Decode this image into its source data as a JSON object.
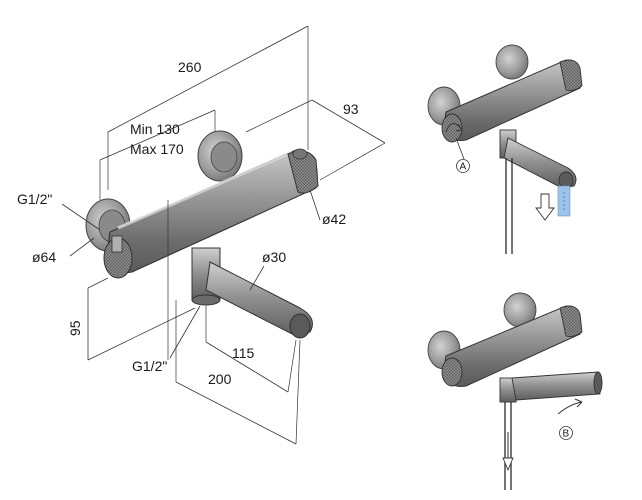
{
  "dimensions": {
    "total_length": "260",
    "depth": "93",
    "min_centers": "Min 130",
    "max_centers": "Max 170",
    "inlet_thread_top": "G1/2\"",
    "flange_diameter": "ø64",
    "body_diameter": "ø42",
    "spout_diameter": "ø30",
    "height": "95",
    "inlet_thread_bottom": "G1/2\"",
    "spout_length": "115",
    "spout_reach": "200"
  },
  "callouts": {
    "a": "A",
    "b": "B"
  },
  "colors": {
    "metal_light": "#b8b8b8",
    "metal_mid": "#8e8e8e",
    "metal_dark": "#5a5a5a",
    "water_indicator": "#9ec3ea",
    "line": "#2b2b2b"
  },
  "icons": {
    "direction_arrow": "down-arrow-icon",
    "rotate_arrow": "curved-arrow-icon"
  }
}
